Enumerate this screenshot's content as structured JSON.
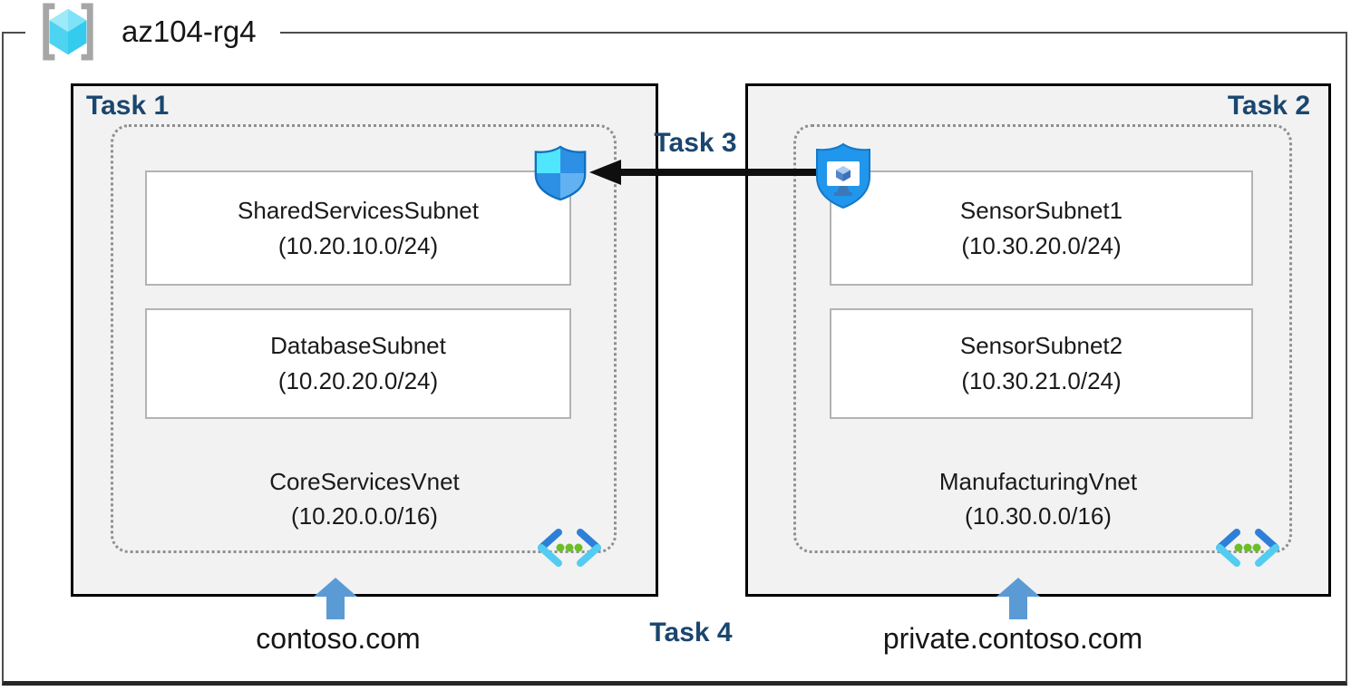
{
  "header": {
    "resource_group": "az104-rg4"
  },
  "tasks": {
    "task1": "Task 1",
    "task2": "Task 2",
    "task3": "Task 3",
    "task4": "Task 4"
  },
  "left_vnet": {
    "name": "CoreServicesVnet",
    "cidr": "(10.20.0.0/16)",
    "dns_label": "contoso.com",
    "subnets": [
      {
        "name": "SharedServicesSubnet",
        "cidr": "(10.20.10.0/24)"
      },
      {
        "name": "DatabaseSubnet",
        "cidr": "(10.20.20.0/24)"
      }
    ]
  },
  "right_vnet": {
    "name": "ManufacturingVnet",
    "cidr": "(10.30.0.0/16)",
    "dns_label": "private.contoso.com",
    "subnets": [
      {
        "name": "SensorSubnet1",
        "cidr": "(10.30.20.0/24)"
      },
      {
        "name": "SensorSubnet2",
        "cidr": "(10.30.21.0/24)"
      }
    ]
  },
  "icons": {
    "resource_group": "resource-group-icon",
    "network_security_group": "nsg-shield-icon",
    "bastion": "bastion-shield-icon",
    "virtual_network": "virtual-network-icon",
    "up_arrow": "up-arrow-icon",
    "task3_arrow": "left-arrow-icon"
  },
  "colors": {
    "task_label": "#1a466f",
    "box_fill": "#f2f2f2",
    "box_border": "#000000",
    "dashed_border": "#8f8f8f",
    "subnet_border": "#b3b3b3",
    "up_arrow_blue": "#5b9bd5",
    "shield_cyan": "#50e6ff",
    "shield_blue": "#2e90e5",
    "bastion_blue": "#2096ec",
    "vnet_bracket_blue": "#2e7fd8",
    "vnet_bracket_cyan": "#53ccf1",
    "vnet_dot_green": "#6cbe28",
    "arrow_black": "#0f0f0f"
  }
}
